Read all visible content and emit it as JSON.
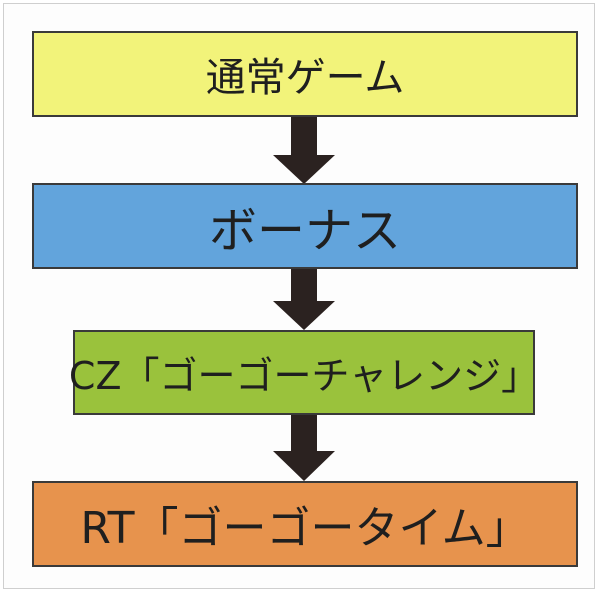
{
  "flow": {
    "steps": [
      {
        "label": "通常ゲーム",
        "color": "#f2f37a"
      },
      {
        "label": "ボーナス",
        "color": "#62a4dc"
      },
      {
        "label": "CZ「ゴーゴーチャレンジ」",
        "color": "#9ac23c"
      },
      {
        "label": "RT「ゴーゴータイム」",
        "color": "#e7934d"
      }
    ],
    "arrow_color": "#2b2220"
  }
}
